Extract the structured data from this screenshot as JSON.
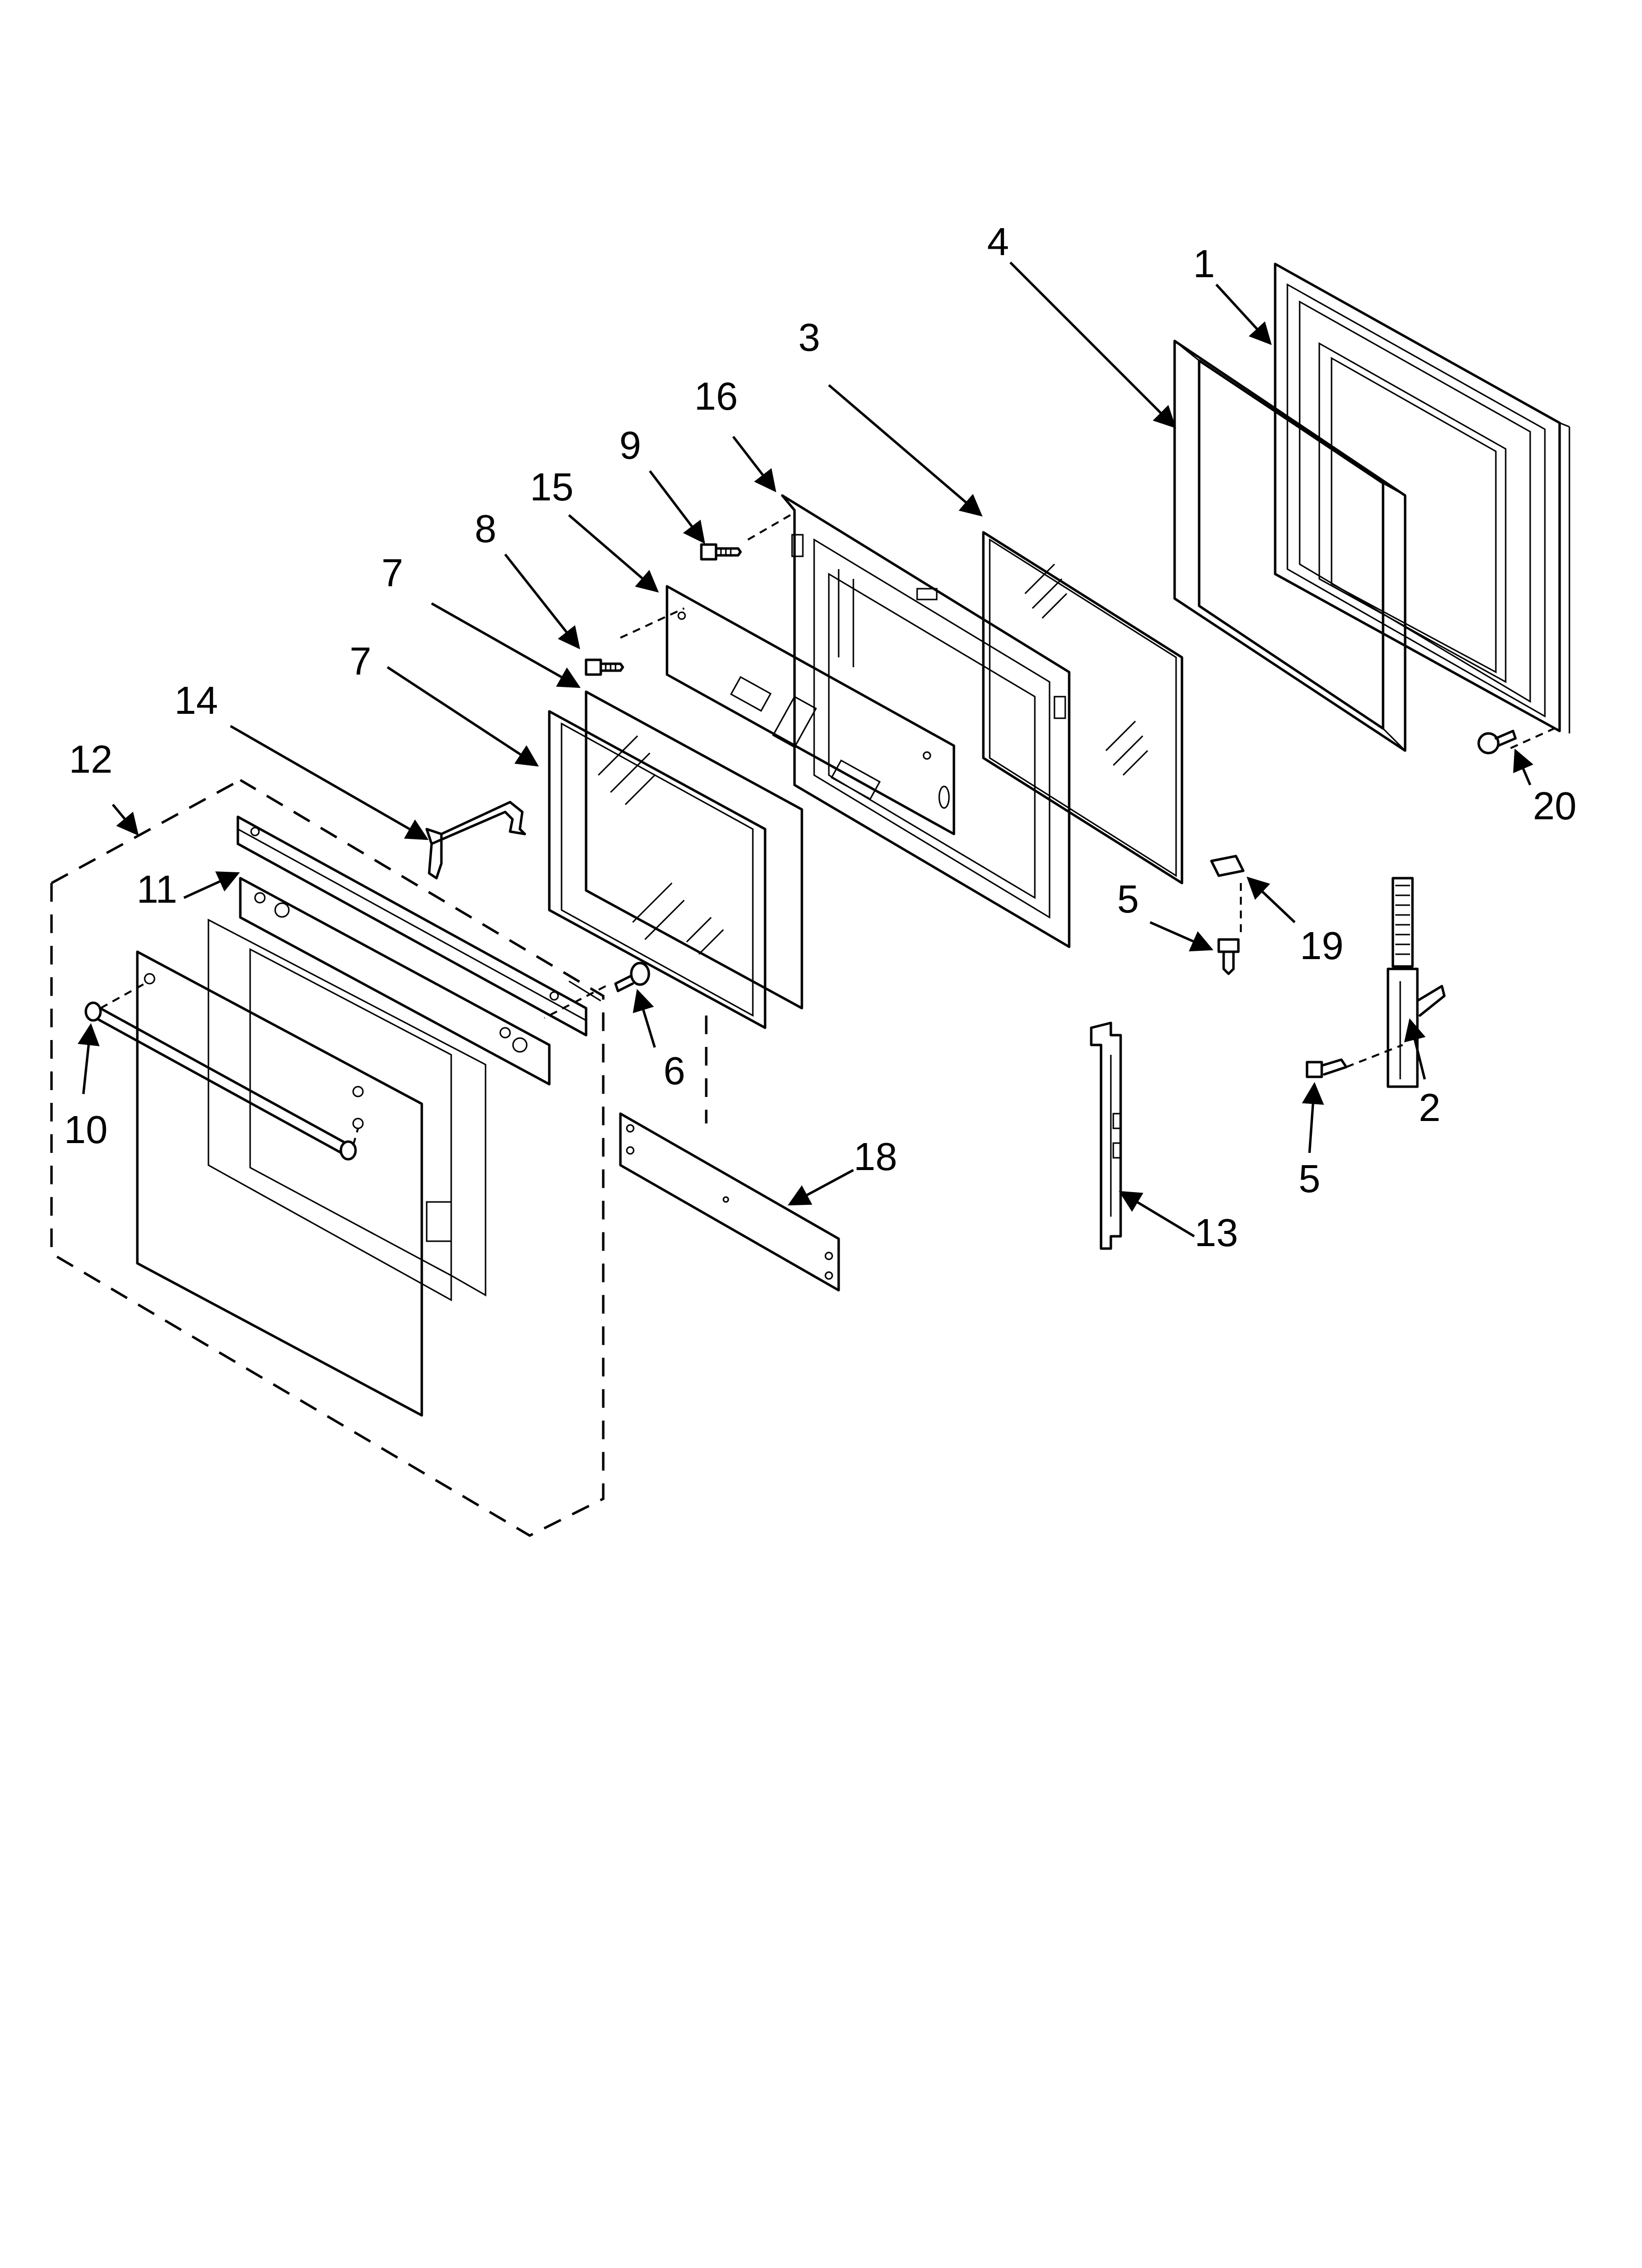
{
  "diagram": {
    "callouts": [
      "1",
      "2",
      "3",
      "4",
      "5",
      "5",
      "6",
      "7",
      "7",
      "8",
      "9",
      "10",
      "11",
      "12",
      "13",
      "14",
      "15",
      "16",
      "18",
      "19",
      "20"
    ]
  }
}
